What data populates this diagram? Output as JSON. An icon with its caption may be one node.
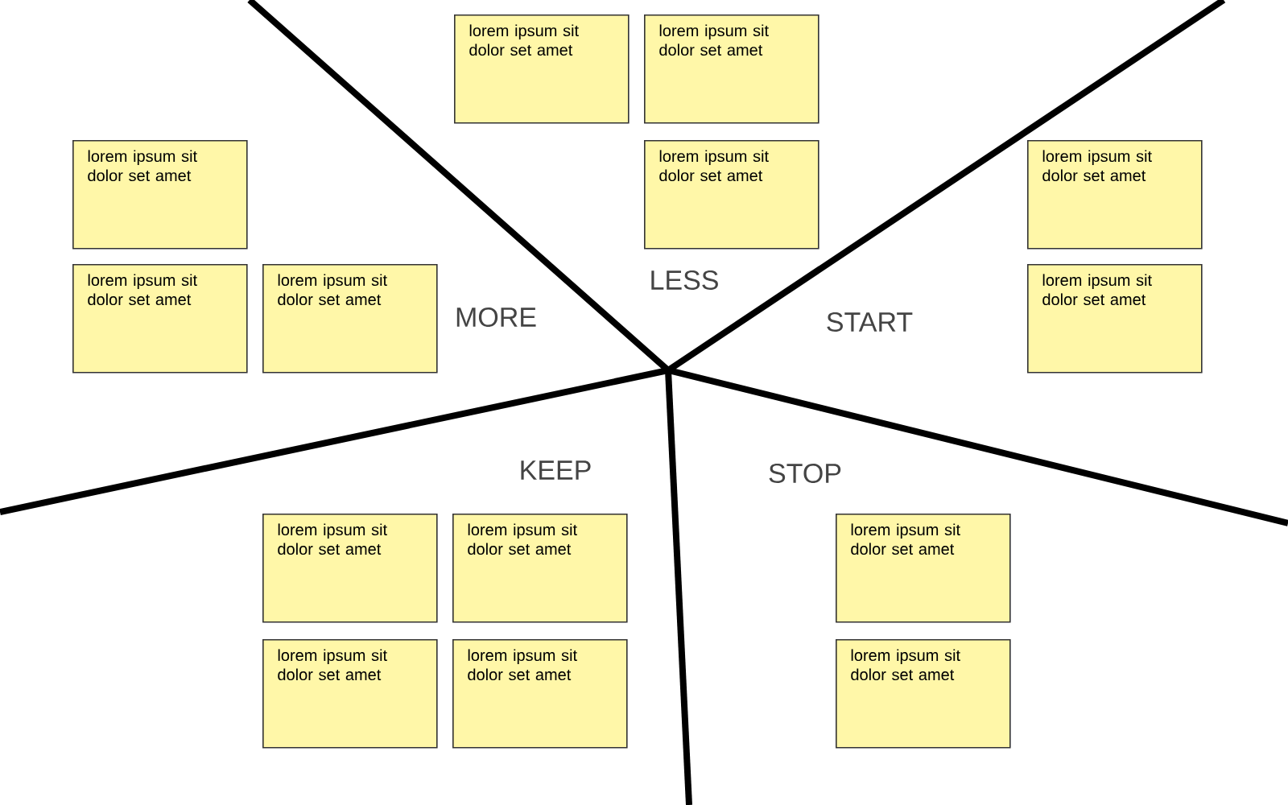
{
  "diagram": {
    "nodes": [
      {
        "text": [
          "lorem ipsum sit dolor set amet"
        ]
      },
      {
        "text": [
          "lorem ipsum sit dolor set amet"
        ]
      },
      {
        "text": [
          "lorem ipsum sit dolor set amet"
        ]
      },
      {
        "text": [
          "lorem ipsum sit dolor set amet"
        ]
      },
      {
        "text": [
          "lorem ipsum sit dolor set amet"
        ]
      },
      {
        "text": [
          "lorem ipsum sit dolor set amet"
        ]
      },
      {
        "text": [
          "lorem ipsum sit dolor set amet"
        ]
      },
      {
        "text": [
          "lorem ipsum sit dolor set amet"
        ]
      },
      {
        "text": [
          "lorem ipsum sit dolor set amet"
        ]
      },
      {
        "text": [
          "lorem ipsum sit dolor set amet"
        ]
      },
      {
        "text": [
          "lorem ipsum sit dolor set amet"
        ]
      },
      {
        "text": [
          "lorem ipsum sit dolor set amet"
        ]
      },
      {
        "text": [
          "lorem ipsum sit dolor set amet"
        ]
      },
      {
        "text": [
          "lorem ipsum sit dolor set amet"
        ]
      }
    ],
    "labels": [
      "LESS",
      "MORE",
      "START",
      "KEEP",
      "STOP"
    ]
  }
}
